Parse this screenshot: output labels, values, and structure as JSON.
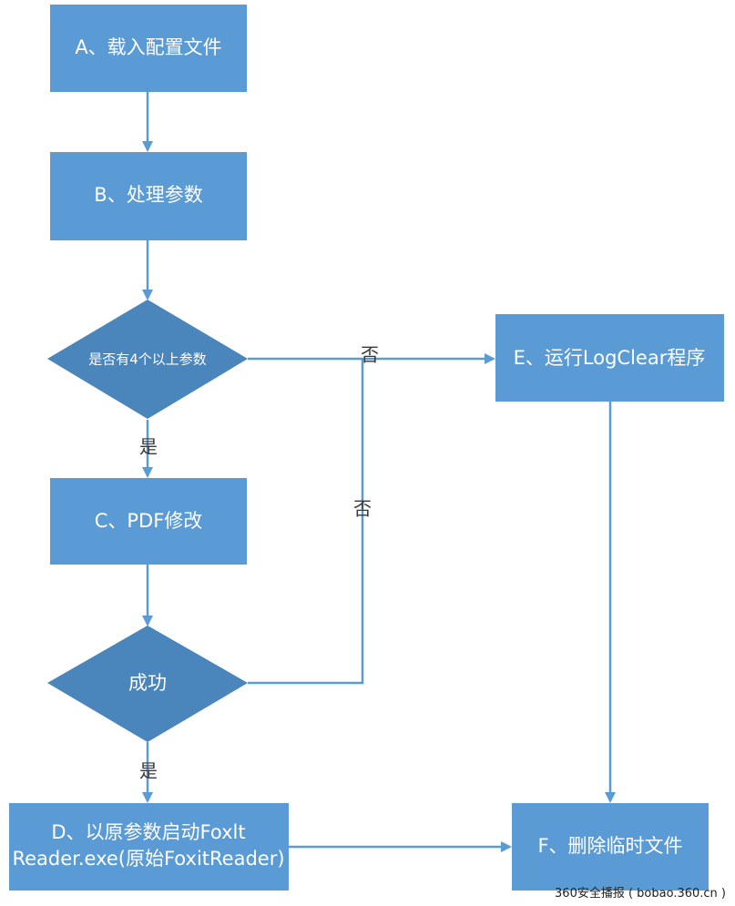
{
  "nodes": {
    "a": {
      "label": "A、载入配置文件"
    },
    "b": {
      "label": "B、处理参数"
    },
    "decision1": {
      "label": "是否有4个以上参数"
    },
    "c": {
      "label": "C、PDF修改"
    },
    "decision2": {
      "label": "成功"
    },
    "d": {
      "line1": "D、以原参数启动Foxlt",
      "line2": "Reader.exe(原始FoxitReader)"
    },
    "e": {
      "label": "E、运行LogClear程序"
    },
    "f": {
      "label": "F、删除临时文件"
    }
  },
  "edges": {
    "yes1": "是",
    "no1": "否",
    "no2": "否",
    "yes2": "是"
  },
  "watermark": "360安全播报 ( bobao.360.cn )",
  "colors": {
    "box": "#5b9bd5",
    "decision": "#4a85bb",
    "line": "#5b9bd5"
  }
}
